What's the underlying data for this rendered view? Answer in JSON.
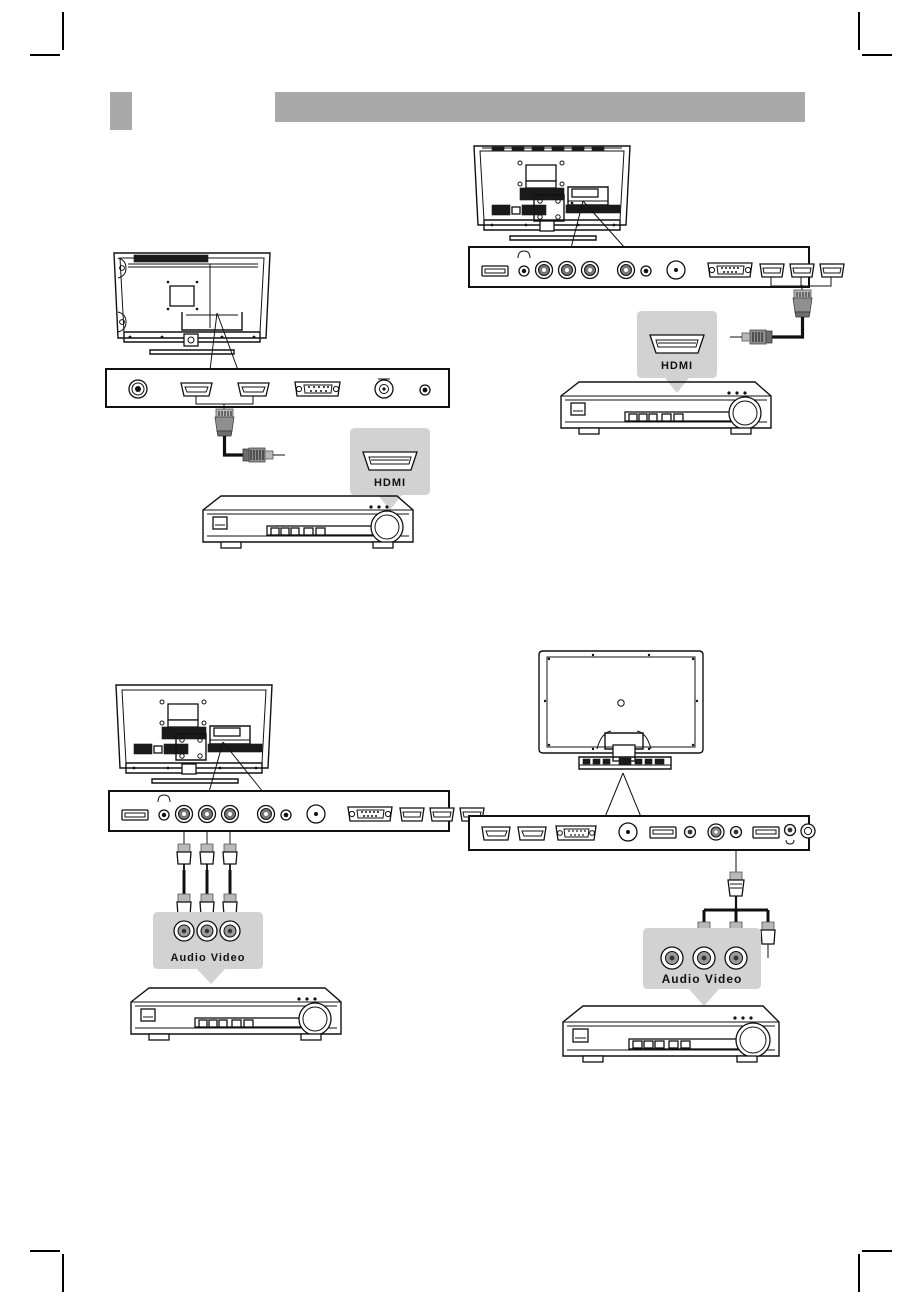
{
  "page": {
    "title": "TV Connection Diagrams",
    "background_color": "#ffffff",
    "accent_gray": "#a9a9a9",
    "blob_gray": "#d2d2d2",
    "line_color": "#111111",
    "crop_marks": true
  },
  "header": {
    "tab_label": "",
    "bar_label": "",
    "tab_color": "#a9a9a9",
    "bar_color": "#a9a9a9"
  },
  "diagrams": [
    {
      "id": "hdmi-two-port",
      "position": "top-left",
      "tv_view": "back",
      "connection_type": "HDMI",
      "callout_label": "HDMI",
      "source_device": "dvd-player",
      "ports": [
        {
          "type": "round-jack",
          "name": "audio-out-jack"
        },
        {
          "type": "hdmi",
          "name": "hdmi-port-1",
          "connected": true
        },
        {
          "type": "hdmi",
          "name": "hdmi-port-2",
          "connected": true
        },
        {
          "type": "vga",
          "name": "vga-port"
        },
        {
          "type": "rf",
          "name": "rf-antenna-port"
        },
        {
          "type": "small-jack",
          "name": "small-jack-port"
        }
      ]
    },
    {
      "id": "hdmi-three-port",
      "position": "top-right",
      "tv_view": "back",
      "connection_type": "HDMI",
      "callout_label": "HDMI",
      "source_device": "dvd-player",
      "ports": [
        {
          "type": "usb",
          "name": "usb-port"
        },
        {
          "type": "headphone",
          "name": "headphone-jack"
        },
        {
          "type": "rca",
          "name": "rca-port-1"
        },
        {
          "type": "rca",
          "name": "rca-port-2"
        },
        {
          "type": "rca",
          "name": "rca-port-3"
        },
        {
          "type": "rca",
          "name": "rca-port-4"
        },
        {
          "type": "small-jack",
          "name": "small-jack-port"
        },
        {
          "type": "rf",
          "name": "rf-antenna-port"
        },
        {
          "type": "vga",
          "name": "vga-port"
        },
        {
          "type": "hdmi",
          "name": "hdmi-port-1",
          "connected": true
        },
        {
          "type": "hdmi",
          "name": "hdmi-port-2",
          "connected": true
        },
        {
          "type": "hdmi",
          "name": "hdmi-port-3",
          "connected": true
        }
      ]
    },
    {
      "id": "av-rca-left",
      "position": "bottom-left",
      "tv_view": "back",
      "connection_type": "Audio Video",
      "callout_label": "Audio Video",
      "source_device": "dvd-player",
      "cable_count": 3,
      "ports": [
        {
          "type": "usb",
          "name": "usb-port"
        },
        {
          "type": "headphone",
          "name": "headphone-jack"
        },
        {
          "type": "rca",
          "name": "rca-port-1",
          "connected": true
        },
        {
          "type": "rca",
          "name": "rca-port-2",
          "connected": true
        },
        {
          "type": "rca",
          "name": "rca-port-3",
          "connected": true
        },
        {
          "type": "rca",
          "name": "rca-port-4"
        },
        {
          "type": "small-jack",
          "name": "small-jack-port"
        },
        {
          "type": "rf",
          "name": "rf-antenna-port"
        },
        {
          "type": "vga",
          "name": "vga-port"
        },
        {
          "type": "hdmi",
          "name": "hdmi-port-1"
        },
        {
          "type": "hdmi",
          "name": "hdmi-port-2"
        },
        {
          "type": "hdmi",
          "name": "hdmi-port-3"
        }
      ]
    },
    {
      "id": "av-rca-right",
      "position": "bottom-right",
      "tv_view": "back-flat",
      "connection_type": "Audio Video",
      "callout_label": "Audio Video",
      "source_device": "dvd-player",
      "cable_count": 3,
      "splitter": true,
      "ports": [
        {
          "type": "hdmi",
          "name": "hdmi-port-1"
        },
        {
          "type": "hdmi",
          "name": "hdmi-port-2"
        },
        {
          "type": "vga",
          "name": "vga-port"
        },
        {
          "type": "rf",
          "name": "rf-antenna-port"
        },
        {
          "type": "usb",
          "name": "usb-port-1"
        },
        {
          "type": "small-jack",
          "name": "small-jack-port-1"
        },
        {
          "type": "svideo",
          "name": "s-video-port"
        },
        {
          "type": "small-jack",
          "name": "av-in-jack",
          "connected": true
        },
        {
          "type": "usb",
          "name": "usb-port-2"
        },
        {
          "type": "small-jack",
          "name": "headphone-jack"
        },
        {
          "type": "round-jack",
          "name": "power-jack"
        }
      ]
    }
  ],
  "labels": {
    "hdmi": "HDMI",
    "audio_video": "Audio Video"
  }
}
